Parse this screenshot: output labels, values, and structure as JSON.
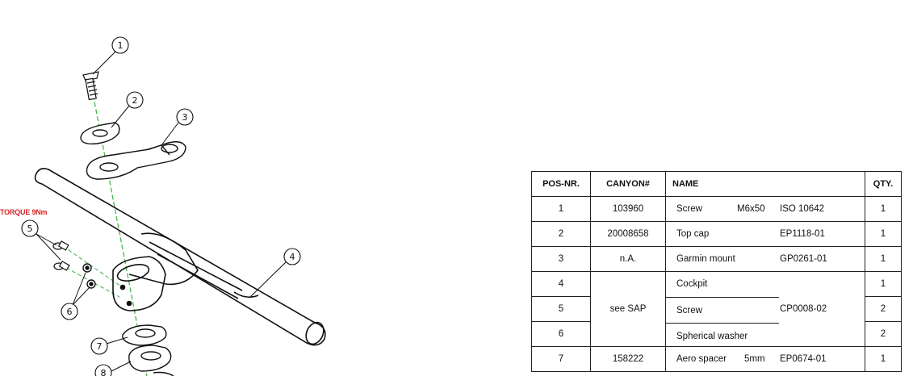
{
  "callouts": [
    "1",
    "2",
    "3",
    "4",
    "5",
    "6",
    "7",
    "8"
  ],
  "torque_label": "TORQUE 9Nm",
  "colors": {
    "torque": "#d62828",
    "axis_line": "#3cb043",
    "ink": "#111111"
  },
  "table": {
    "headers": {
      "pos": "POS-NR.",
      "canyon": "CANYON#",
      "name": "NAME",
      "qty": "QTY."
    },
    "rows": [
      {
        "pos": "1",
        "canyon": "103960",
        "name": "Screw",
        "size": "M6x50",
        "ref": "ISO 10642",
        "qty": "1"
      },
      {
        "pos": "2",
        "canyon": "20008658",
        "name": "Top cap",
        "ref": "EP1118-01",
        "qty": "1"
      },
      {
        "pos": "3",
        "canyon": "n.A.",
        "name": "Garmin mount",
        "ref": "GP0261-01",
        "qty": "1"
      },
      {
        "pos": "4",
        "name": "Cockpit",
        "qty": "1"
      },
      {
        "pos": "5",
        "name": "Screw",
        "qty": "2"
      },
      {
        "pos": "6",
        "name": "Spherical washer",
        "qty": "2"
      },
      {
        "pos": "7",
        "canyon": "158222",
        "name": "Aero spacer",
        "size": "5mm",
        "ref": "EP0674-01",
        "qty": "1"
      }
    ],
    "merged_canyon": "see SAP",
    "merged_ref": "CP0008-02"
  }
}
